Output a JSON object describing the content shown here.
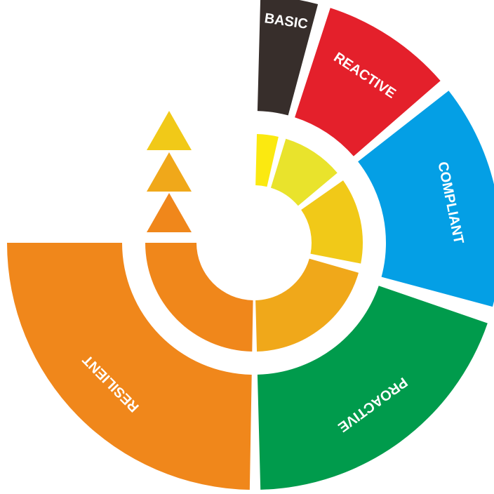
{
  "diagram": {
    "outer_segments": [
      {
        "label": "BASIC",
        "color": "#372e2b"
      },
      {
        "label": "REACTIVE",
        "color": "#e4202b"
      },
      {
        "label": "COMPLIANT",
        "color": "#049fe5"
      },
      {
        "label": "PROACTIVE",
        "color": "#009b4c"
      },
      {
        "label": "RESILIENT",
        "color": "#f0871b"
      }
    ],
    "inner_segment_colors": [
      "#fbe910",
      "#e9e32c",
      "#f1c918",
      "#f0a81a",
      "#f0871b"
    ],
    "arrow_colors": [
      "#f1c918",
      "#f0a81a",
      "#f0871b"
    ]
  }
}
